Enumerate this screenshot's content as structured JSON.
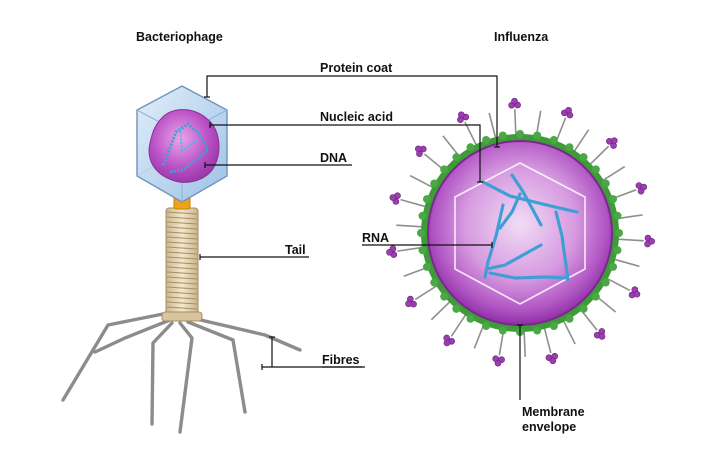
{
  "titles": {
    "left": "Bacteriophage",
    "right": "Influenza"
  },
  "labels": {
    "protein_coat": "Protein coat",
    "nucleic_acid": "Nucleic acid",
    "dna": "DNA",
    "rna": "RNA",
    "tail": "Tail",
    "fibres": "Fibres",
    "membrane_line1": "Membrane",
    "membrane_line2": "envelope"
  },
  "colors": {
    "capsid": "#bcd6ef",
    "nucleic_acid_blob": "#b44cc0",
    "dna_strand": "#3f9fd4",
    "tail": "#e9d9b8",
    "collar": "#f0a11a",
    "fibres": "#8c8c8c",
    "virion_core": "#b75ac8",
    "envelope": "#3f9b3a",
    "spikes": "#9b3fae"
  }
}
